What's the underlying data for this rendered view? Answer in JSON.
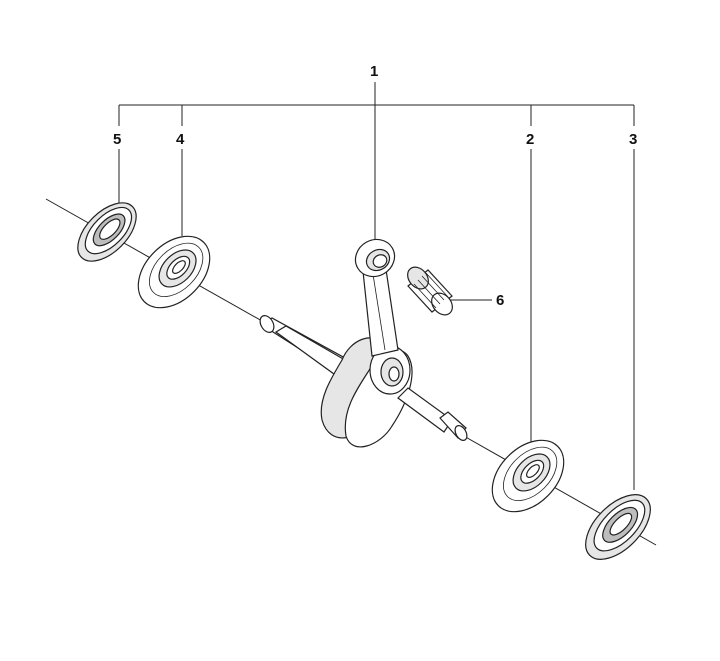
{
  "callouts": {
    "c1": "1",
    "c2": "2",
    "c3": "3",
    "c4": "4",
    "c5": "5",
    "c6": "6"
  },
  "colors": {
    "line": "#222222",
    "part_fill": "#ffffff",
    "shade_light": "#e6e6e6",
    "shade_dark": "#bdbdbd"
  }
}
